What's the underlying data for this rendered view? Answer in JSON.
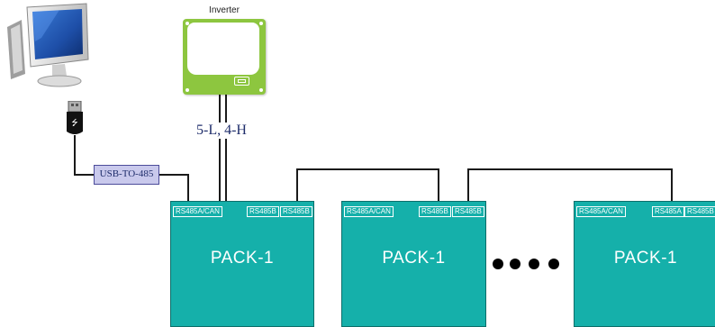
{
  "inverter": {
    "title": "Inverter"
  },
  "cable": {
    "label": "5-L, 4-H"
  },
  "converter": {
    "label": "USB-TO-485"
  },
  "packs": [
    {
      "label": "PACK-1",
      "ports": [
        "RS485A/CAN",
        "RS485B",
        "RS485B"
      ]
    },
    {
      "label": "PACK-1",
      "ports": [
        "RS485A/CAN",
        "RS485B",
        "RS485B"
      ]
    },
    {
      "label": "PACK-1",
      "ports": [
        "RS485A/CAN",
        "RS485A",
        "RS485B"
      ]
    }
  ],
  "colors": {
    "pack_fill": "#15b0aa",
    "inverter_fill": "#8dc63f",
    "converter_fill": "#c9c9ec",
    "wire": "#1a1a1a"
  }
}
